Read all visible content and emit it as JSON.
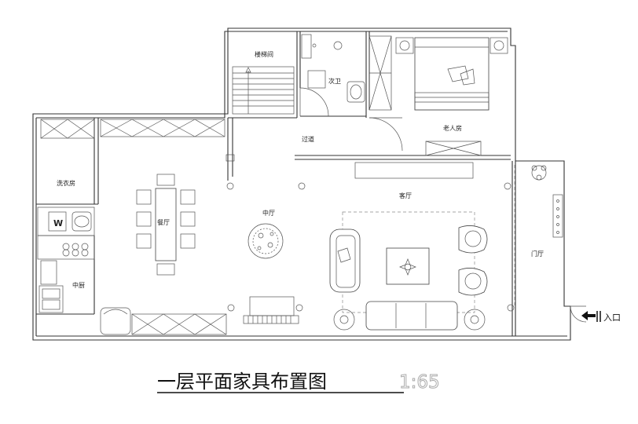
{
  "drawing": {
    "title": "一层平面家具布置图",
    "scale": "1:65",
    "entrance": "入口"
  },
  "rooms": {
    "stairwell": "楼梯间",
    "second_bath": "次卫",
    "elder_room": "老人房",
    "corridor": "过道",
    "laundry": "洗衣房",
    "dining": "餐厅",
    "middle_hall": "中厅",
    "living": "客厅",
    "foyer": "门厅",
    "kitchen": "中厨"
  },
  "fixtures": {
    "washer_mark": "W"
  }
}
